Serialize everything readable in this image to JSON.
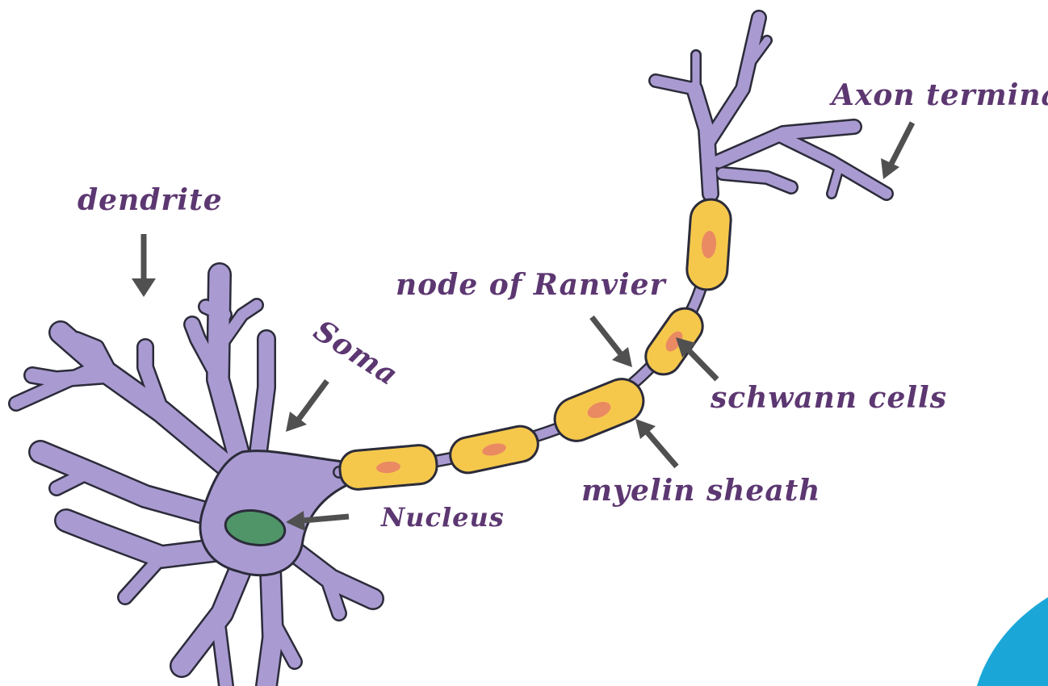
{
  "colors": {
    "neuron": "#a99bd1",
    "outline": "#2b2b3a",
    "myelin": "#f5c84c",
    "nucleus_schwann": "#ea8a63",
    "nucleus": "#4f9568",
    "label": "#5c3771",
    "arrow": "#505050",
    "corner_accent": "#1aa7d8"
  },
  "labels": {
    "dendrite": "dendrite",
    "soma": "Soma",
    "nucleus": "Nucleus",
    "node_of_ranvier": "node of Ranvier",
    "schwann_cells": "schwann cells",
    "myelin_sheath": "myelin sheath",
    "axon_terminal": "Axon terminal"
  }
}
